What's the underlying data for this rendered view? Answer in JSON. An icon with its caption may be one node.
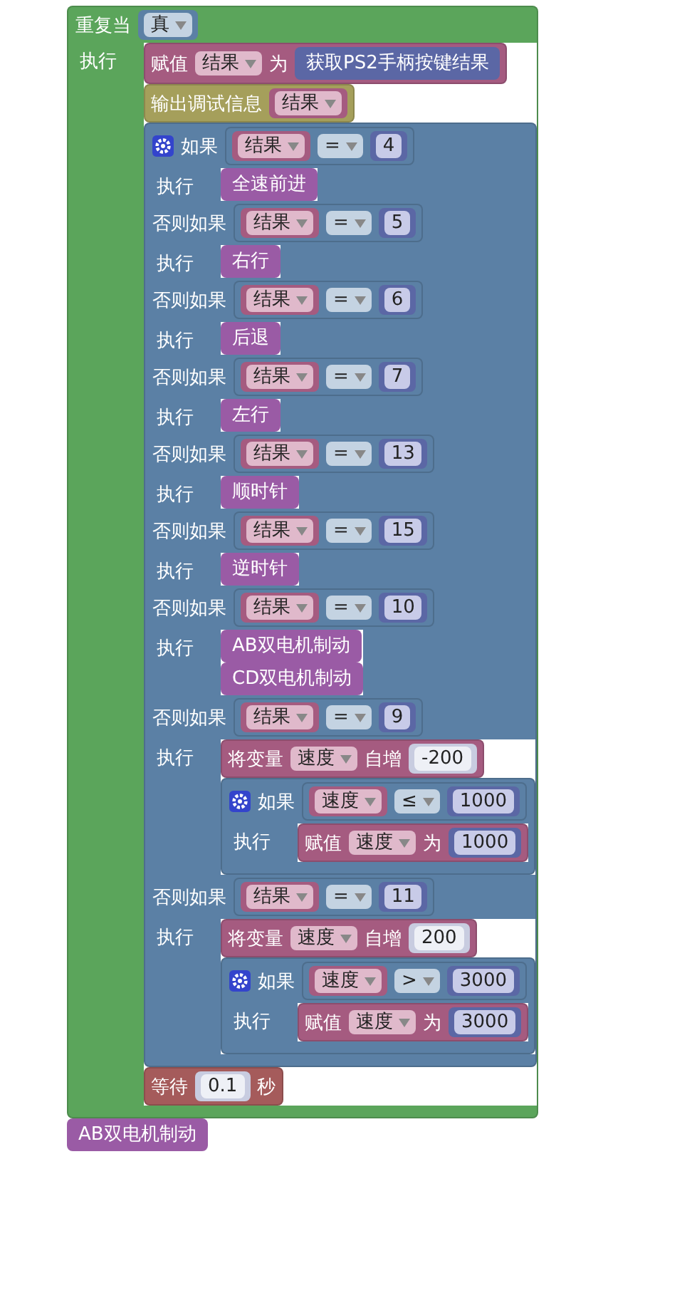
{
  "diagram": {
    "nodes": [
      {
        "text": [
          "重复当",
          "执行"
        ]
      },
      {
        "text": [
          "真"
        ],
        "in": 0
      },
      {
        "text": [
          "赋值",
          "为"
        ],
        "in": 0
      },
      {
        "text": [
          "结果"
        ],
        "in": 2
      },
      {
        "text": [
          "获取PS2手柄按键结果"
        ],
        "in": 2
      },
      {
        "text": [
          "输出调试信息"
        ],
        "in": 0
      },
      {
        "text": [
          "结果"
        ],
        "in": 5
      },
      {
        "text": [
          "如果",
          "执行",
          "否则如果",
          "执行",
          "否则如果",
          "执行",
          "否则如果",
          "执行",
          "否则如果",
          "执行",
          "否则如果",
          "执行",
          "否则如果",
          "执行",
          "否则如果",
          "执行",
          "否则如果",
          "执行"
        ],
        "in": 0
      },
      {
        "text": [],
        "shape": "box",
        "in": 7
      },
      {
        "text": [
          "结果"
        ],
        "in": 8
      },
      {
        "text": [
          "="
        ],
        "in": 8
      },
      {
        "text": [
          "4"
        ],
        "in": 8
      },
      {
        "text": [
          "全速前进"
        ],
        "in": 7
      },
      {
        "text": [],
        "shape": "box",
        "in": 7
      },
      {
        "text": [
          "结果"
        ],
        "in": 13
      },
      {
        "text": [
          "="
        ],
        "in": 13
      },
      {
        "text": [
          "5"
        ],
        "in": 13
      },
      {
        "text": [
          "右行"
        ],
        "in": 7
      },
      {
        "text": [],
        "shape": "box",
        "in": 7
      },
      {
        "text": [
          "结果"
        ],
        "in": 18
      },
      {
        "text": [
          "="
        ],
        "in": 18
      },
      {
        "text": [
          "6"
        ],
        "in": 18
      },
      {
        "text": [
          "后退"
        ],
        "in": 7
      },
      {
        "text": [],
        "shape": "box",
        "in": 7
      },
      {
        "text": [
          "结果"
        ],
        "in": 23
      },
      {
        "text": [
          "="
        ],
        "in": 23
      },
      {
        "text": [
          "7"
        ],
        "in": 23
      },
      {
        "text": [
          "左行"
        ],
        "in": 7
      },
      {
        "text": [],
        "shape": "box",
        "in": 7
      },
      {
        "text": [
          "结果"
        ],
        "in": 28
      },
      {
        "text": [
          "="
        ],
        "in": 28
      },
      {
        "text": [
          "13"
        ],
        "in": 28
      },
      {
        "text": [
          "顺时针"
        ],
        "in": 7
      },
      {
        "text": [],
        "shape": "box",
        "in": 7
      },
      {
        "text": [
          "结果"
        ],
        "in": 33
      },
      {
        "text": [
          "="
        ],
        "in": 33
      },
      {
        "text": [
          "15"
        ],
        "in": 33
      },
      {
        "text": [
          "逆时针"
        ],
        "in": 7
      },
      {
        "text": [],
        "shape": "box",
        "in": 7
      },
      {
        "text": [
          "结果"
        ],
        "in": 38
      },
      {
        "text": [
          "="
        ],
        "in": 38
      },
      {
        "text": [
          "10"
        ],
        "in": 38
      },
      {
        "text": [
          "AB双电机制动"
        ],
        "in": 7
      },
      {
        "text": [
          "CD双电机制动"
        ],
        "in": 7
      },
      {
        "text": [],
        "shape": "box",
        "in": 7
      },
      {
        "text": [
          "结果"
        ],
        "in": 44
      },
      {
        "text": [
          "="
        ],
        "in": 44
      },
      {
        "text": [
          "9"
        ],
        "in": 44
      },
      {
        "text": [
          "将变量",
          "自增"
        ],
        "in": 7
      },
      {
        "text": [
          "速度"
        ],
        "in": 48
      },
      {
        "text": [
          "-200"
        ],
        "in": 48
      },
      {
        "text": [
          "如果",
          "执行"
        ],
        "in": 7
      },
      {
        "text": [],
        "shape": "box",
        "in": 51
      },
      {
        "text": [
          "速度"
        ],
        "in": 52
      },
      {
        "text": [
          "≤"
        ],
        "in": 52
      },
      {
        "text": [
          "1000"
        ],
        "in": 52
      },
      {
        "text": [
          "赋值",
          "为"
        ],
        "in": 51
      },
      {
        "text": [
          "速度"
        ],
        "in": 56
      },
      {
        "text": [
          "1000"
        ],
        "in": 56
      },
      {
        "text": [],
        "shape": "box",
        "in": 7
      },
      {
        "text": [
          "结果"
        ],
        "in": 59
      },
      {
        "text": [
          "="
        ],
        "in": 59
      },
      {
        "text": [
          "11"
        ],
        "in": 59
      },
      {
        "text": [
          "将变量",
          "自增"
        ],
        "in": 7
      },
      {
        "text": [
          "速度"
        ],
        "in": 63
      },
      {
        "text": [
          "200"
        ],
        "in": 63
      },
      {
        "text": [
          "如果",
          "执行"
        ],
        "in": 7
      },
      {
        "text": [],
        "shape": "box",
        "in": 66
      },
      {
        "text": [
          "速度"
        ],
        "in": 67
      },
      {
        "text": [
          ">"
        ],
        "in": 67
      },
      {
        "text": [
          "3000"
        ],
        "in": 67
      },
      {
        "text": [
          "赋值",
          "为"
        ],
        "in": 66
      },
      {
        "text": [
          "速度"
        ],
        "in": 71
      },
      {
        "text": [
          "3000"
        ],
        "in": 71
      },
      {
        "text": [
          "等待",
          "秒"
        ],
        "in": 0
      },
      {
        "text": [
          "0.1"
        ],
        "in": 74
      },
      {
        "text": [
          "AB双电机制动"
        ]
      }
    ],
    "edges": []
  }
}
